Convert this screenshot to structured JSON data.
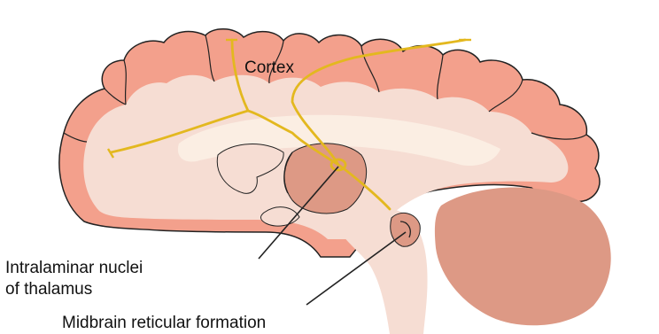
{
  "labels": {
    "cortex": "Cortex",
    "thalamus_line1": "Intralaminar nuclei",
    "thalamus_line2": "of thalamus",
    "midbrain": "Midbrain reticular formation"
  },
  "colors": {
    "cortex_outer": "#f3a08c",
    "cortex_inner": "#f6d6ca",
    "white_matter": "#f6ddd3",
    "corpus_callosum": "#fbeee3",
    "thalamus": "#dd9985",
    "cerebellum": "#dd9985",
    "pathway": "#e3b81f",
    "outline": "#222222"
  }
}
